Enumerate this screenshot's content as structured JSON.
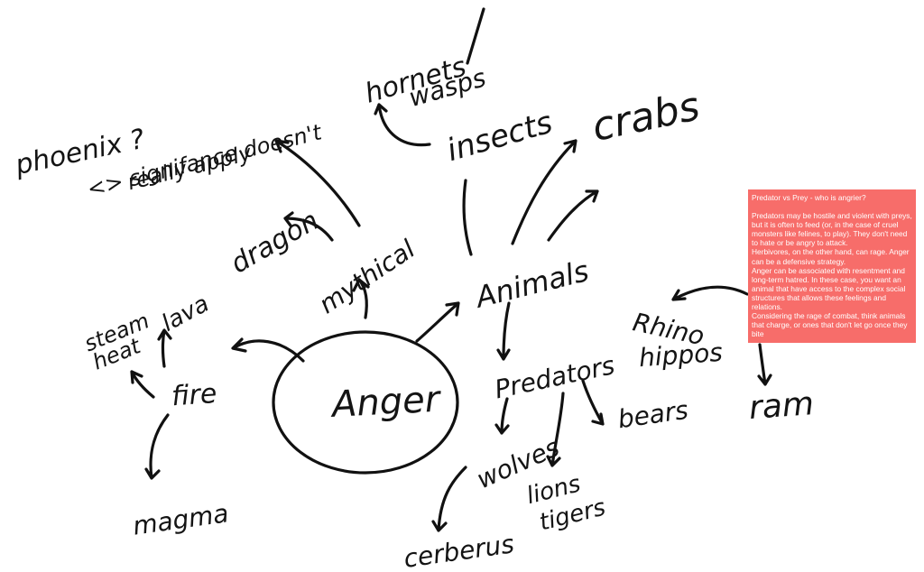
{
  "nodes": {
    "center": "Anger",
    "fire": "fire",
    "steam": "steam",
    "heat": "heat",
    "lava": "lava",
    "magma": "magma",
    "mythical": "mythical",
    "dragon": "dragon",
    "phoenix": "phoenix ?",
    "significance_1": "<> signifance doesn't",
    "significance_2": "really apply",
    "animals": "Animals",
    "insects": "insects",
    "hornets": "hornets",
    "wasps": "wasps",
    "crabs": "crabs",
    "predators": "Predators",
    "wolves": "wolves",
    "cerberus": "cerberus",
    "lions": "lions",
    "tigers": "tigers",
    "bears": "bears",
    "rhino": "Rhino",
    "hippos": "hippos",
    "ram": "ram"
  },
  "note": {
    "title": "Predator vs Prey - who is angrier?",
    "body": "Predators may be hostile and violent with preys, but it is often to feed (or, in the case of cruel monsters like felines, to play). They don't need to hate or be angry to attack.\nHerbivores, on the other hand, can rage. Anger can be a defensive strategy.\nAnger can be associated with resentment and long-term hatred. In these case, you want an animal that have access to the complex social structures that allows these feelings and relations.\nConsidering the rage of combat, think animals that charge, or ones that don't let go once they bite",
    "color": "#f76d6a"
  }
}
